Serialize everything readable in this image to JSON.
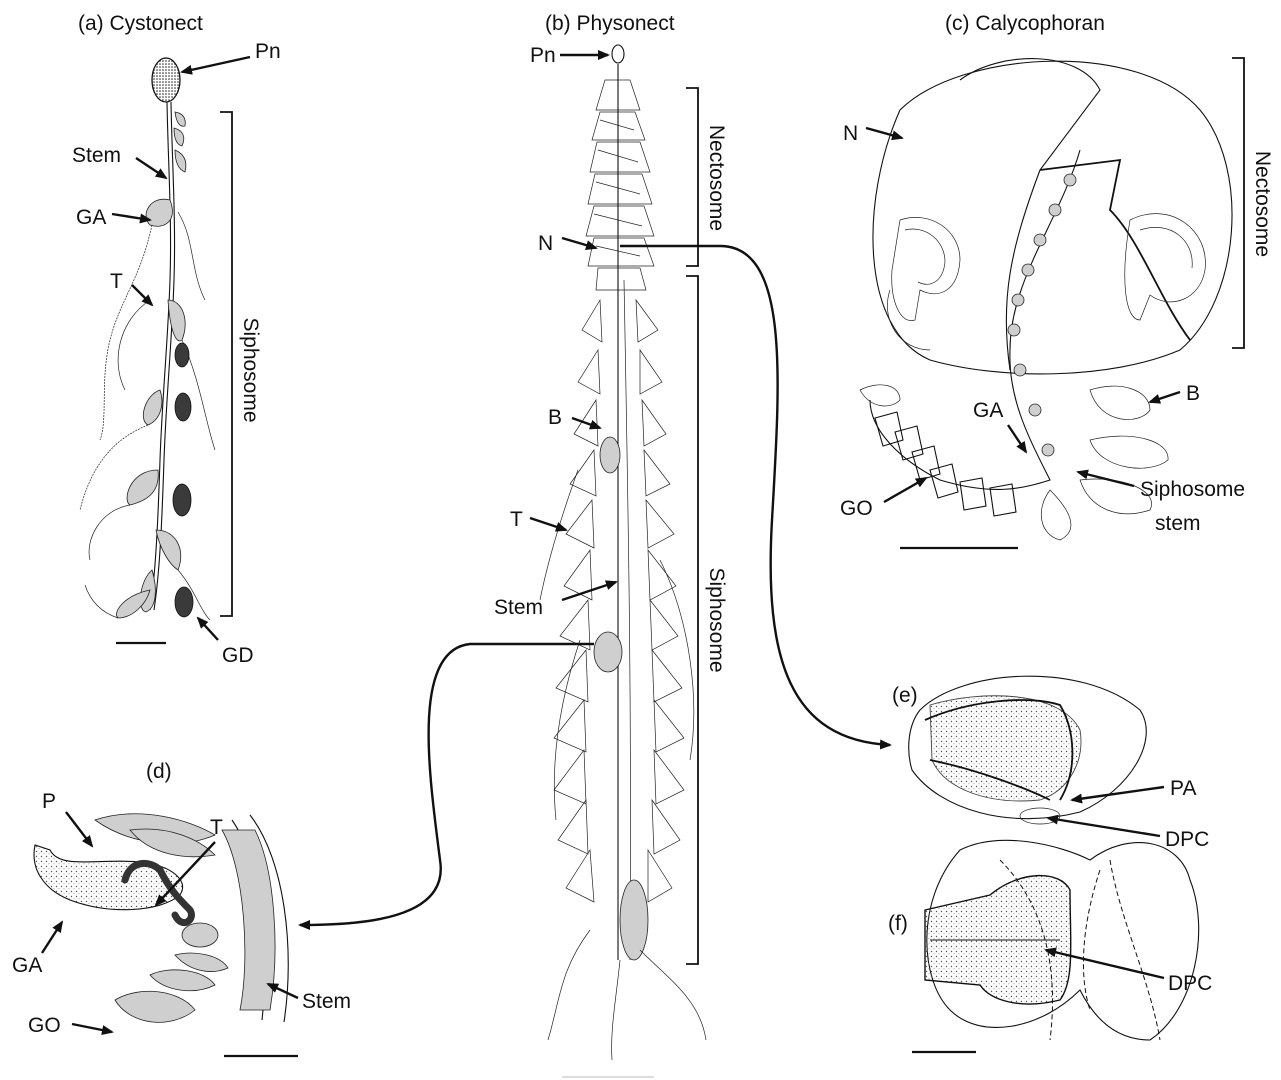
{
  "panels": {
    "a": {
      "title": "(a) Cystonect",
      "labels": {
        "pn": "Pn",
        "stem": "Stem",
        "ga": "GA",
        "t": "T",
        "gd": "GD",
        "region": "Siphosome"
      }
    },
    "b": {
      "title": "(b) Physonect",
      "labels": {
        "pn": "Pn",
        "n": "N",
        "b": "B",
        "t": "T",
        "stem": "Stem",
        "region_top": "Nectosome",
        "region_bottom": "Siphosome"
      }
    },
    "c": {
      "title": "(c) Calycophoran",
      "labels": {
        "n": "N",
        "b": "B",
        "ga": "GA",
        "go": "GO",
        "stem_line1": "Siphosome",
        "stem_line2": "stem",
        "region": "Nectosome"
      }
    },
    "d": {
      "title": "(d)",
      "labels": {
        "p": "P",
        "t": "T",
        "ga": "GA",
        "go": "GO",
        "stem": "Stem"
      }
    },
    "e": {
      "title": "(e)",
      "labels": {
        "pa": "PA",
        "dpc": "DPC"
      }
    },
    "f": {
      "title": "(f)",
      "labels": {
        "dpc": "DPC"
      }
    }
  },
  "colors": {
    "ink": "#111111",
    "background": "#ffffff",
    "stipple": "#cfcfcf"
  }
}
